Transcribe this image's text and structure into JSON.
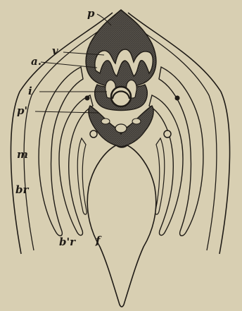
{
  "diagram": {
    "labels": {
      "p": "p",
      "v": "v",
      "a": "a.",
      "i": "i",
      "p_prime": "p'",
      "m": "m",
      "br": "br",
      "br_prime": "b'r",
      "f": "f"
    },
    "colors": {
      "paper": "#d8cfb2",
      "ink": "#1f1b16",
      "tissue": "#4a4640",
      "tissue_light": "#6b6660"
    }
  }
}
